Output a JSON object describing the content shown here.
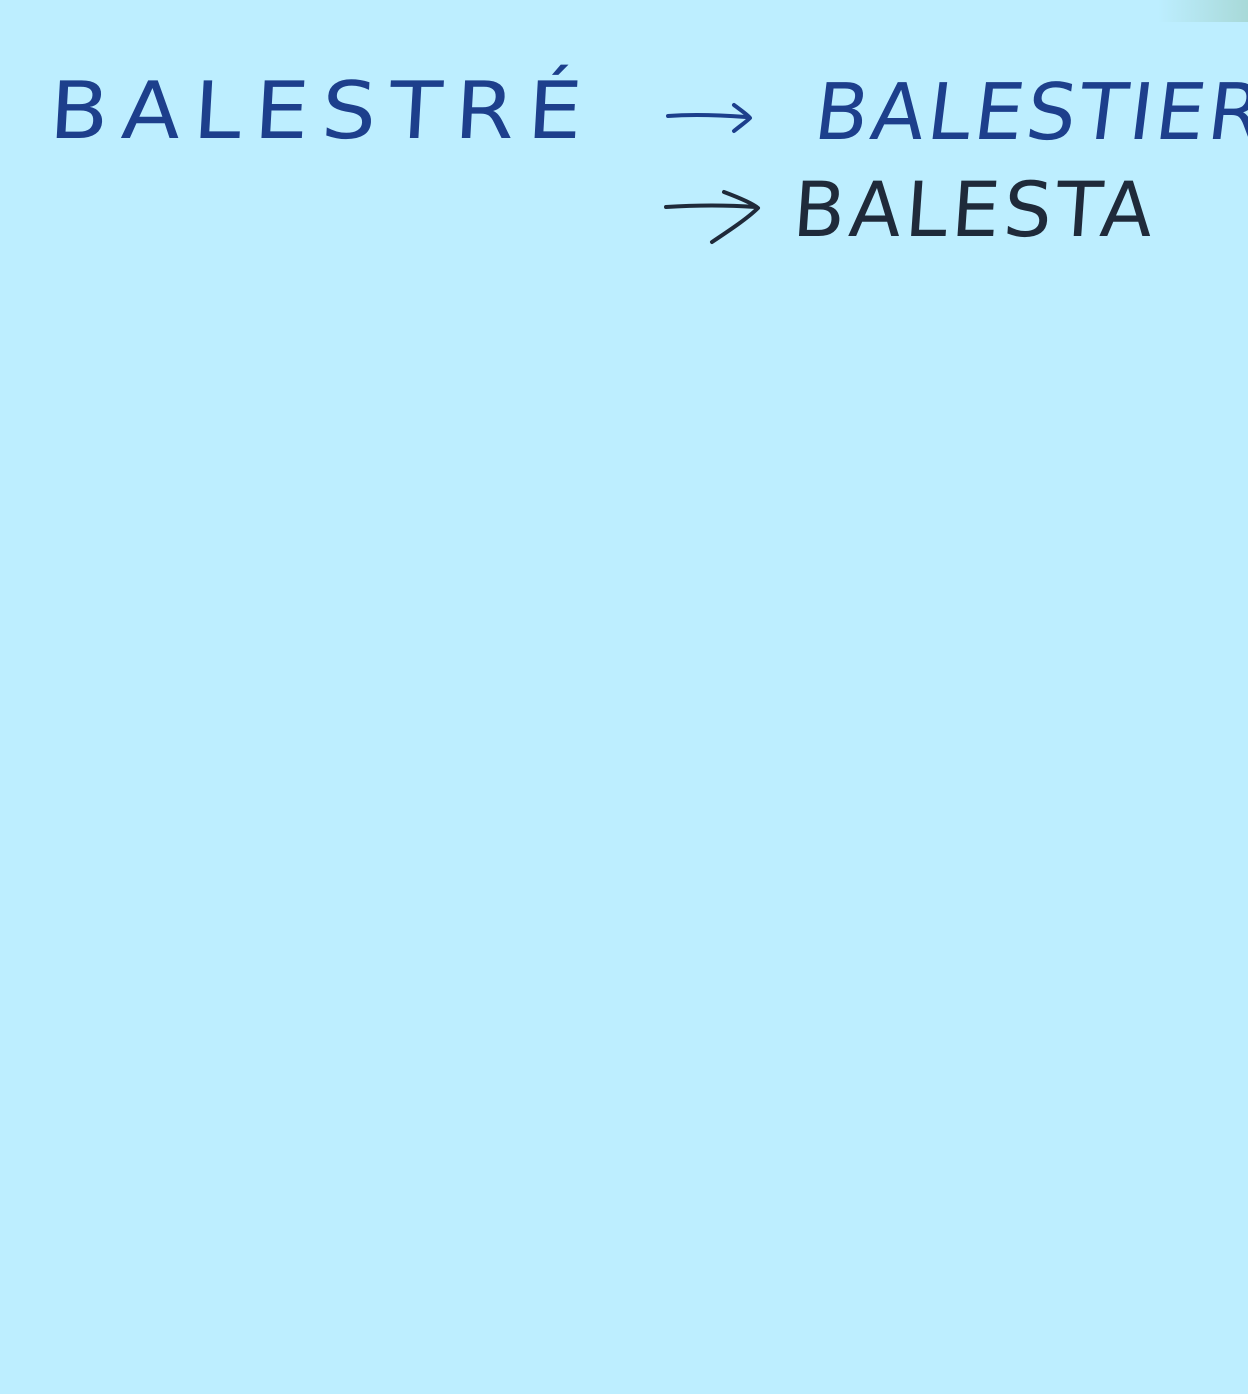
{
  "note": {
    "background": "#bdeeff",
    "ink_blue": "#1d3f8c",
    "ink_dark": "#1f2a3a",
    "source_word": "BALESTRÉ",
    "targets": [
      {
        "arrow_icon": "arrow-right-icon",
        "word": "BALESTIER"
      },
      {
        "arrow_icon": "arrow-right-icon",
        "word": "BALESTA"
      }
    ]
  }
}
